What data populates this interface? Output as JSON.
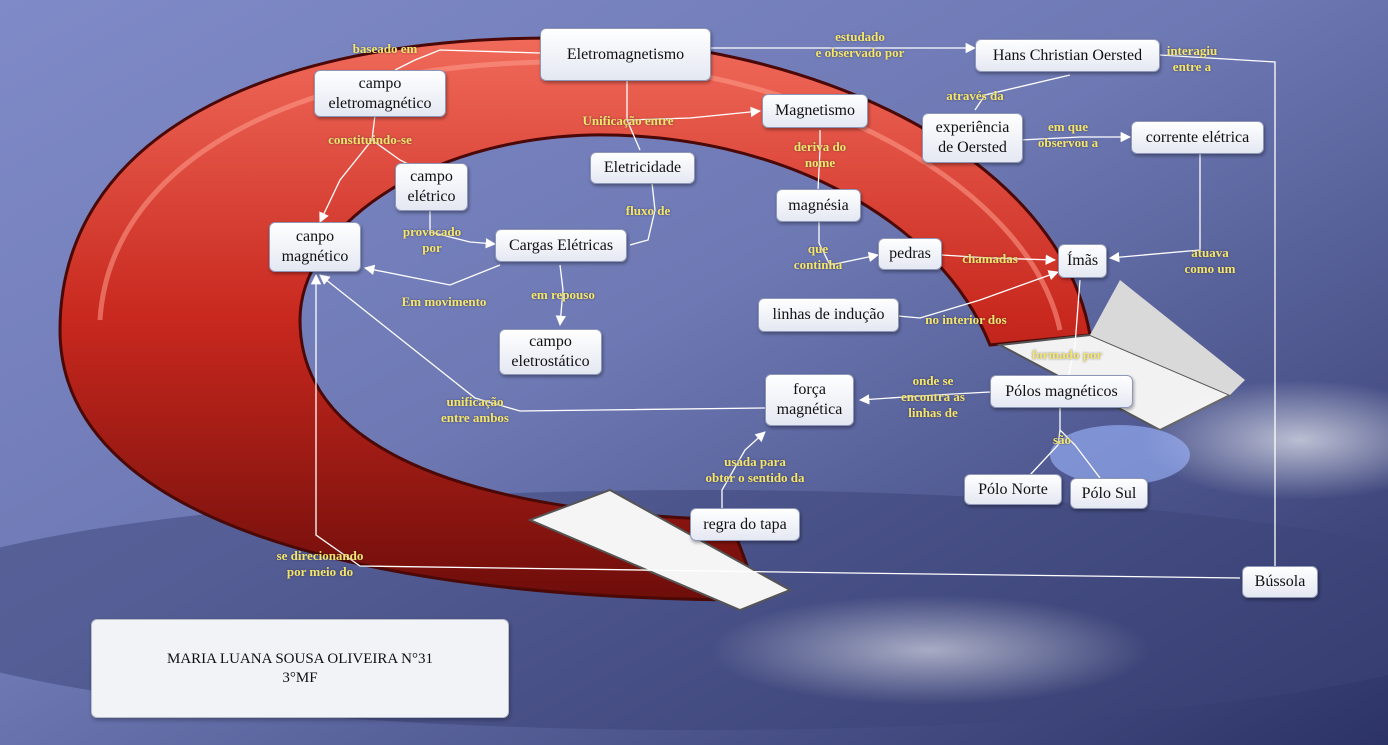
{
  "concepts": {
    "eletromagnetismo": "Eletromagnetismo",
    "campo_eletromagnetico": "campo\neletromagnético",
    "campo_eletrico": "campo\nelétrico",
    "campo_magnetico": "canpo\nmagnético",
    "cargas_eletricas": "Cargas Elétricas",
    "campo_eletrostatico": "campo\neletrostático",
    "eletricidade": "Eletricidade",
    "magnetismo": "Magnetismo",
    "magnesia": "magnésia",
    "pedras": "pedras",
    "imas": "Ímãs",
    "linhas_inducao": "linhas de indução",
    "hans": "Hans Christian Oersted",
    "experiencia": "experiência\nde Oersted",
    "corrente": "corrente elétrica",
    "forca_magnetica": "força\nmagnética",
    "polos": "Pólos magnéticos",
    "polo_norte": "Pólo Norte",
    "polo_sul": "Pólo Sul",
    "regra_tapa": "regra do tapa",
    "bussola": "Bússola"
  },
  "linking_phrases": {
    "baseado_em": "baseado em",
    "estudado_por": "estudado\ne observado por",
    "interagiu": "interagiu\nentre a",
    "atraves_da": "através da",
    "em_que_observou": "em que\nobservou a",
    "constituindo_se": "constituindo-se",
    "unificacao_entre": "Unificação entre",
    "deriva_do_nome": "deriva do\nnome",
    "fluxo_de": "fluxo de",
    "provocado_por": "provocado\npor",
    "que_continha": "que\ncontinha",
    "chamadas": "chamadas",
    "atuava_como": "atuava\ncomo um",
    "em_movimento": "Em movimento",
    "em_repouso": "em repouso",
    "no_interior_dos": "no interior dos",
    "formado_por": "formado por",
    "onde_se_encontra": "onde se\nencontra as\nlinhas de",
    "unificacao_ambos": "unificação\nentre ambos",
    "sao": "são",
    "usada_para": "usada para\nobter o sentido  da",
    "se_direcionando": "se direcionando\npor meio do"
  },
  "author": {
    "text": "MARIA LUANA SOUSA OLIVEIRA  N°31\n3°MF"
  },
  "colors": {
    "background": "#6e79b4",
    "magnet_red": "#c8281e",
    "link_text": "#f3e66a",
    "line": "#ffffff"
  }
}
